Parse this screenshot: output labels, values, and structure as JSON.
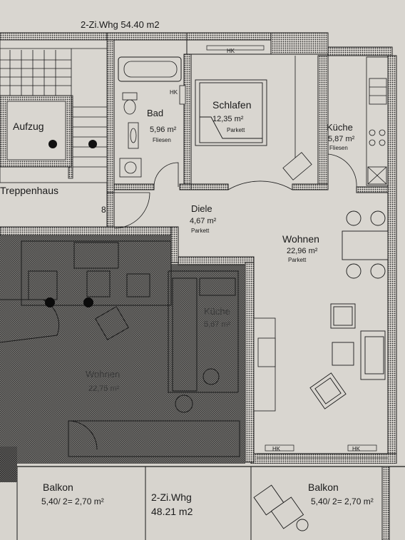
{
  "title": "2-Zi.Whg 54.40 m2",
  "rooms": {
    "aufzug": {
      "name": "Aufzug"
    },
    "treppenhaus": {
      "name": "Treppenhaus"
    },
    "bad": {
      "name": "Bad",
      "area": "5,96 m²",
      "floor": "Fliesen"
    },
    "schlafen": {
      "name": "Schlafen",
      "area": "12,35 m²",
      "floor": "Parkett"
    },
    "kueche_top": {
      "name": "Küche",
      "area": "5,87 m²",
      "floor": "Fliesen"
    },
    "diele": {
      "name": "Diele",
      "area": "4,67 m²",
      "floor": "Parkett"
    },
    "wohnen": {
      "name": "Wohnen",
      "area": "22,96 m²",
      "floor": "Parkett"
    },
    "kueche_overlay": {
      "name": "Küche",
      "area": "5,67 m²"
    },
    "wohnen_overlay": {
      "name": "Wohnen",
      "area": "22,75 m²"
    }
  },
  "markers": {
    "hk": "HK",
    "unit_number": "8"
  },
  "bottom": {
    "balkon_left": {
      "name": "Balkon",
      "area": "5,40/ 2= 2,70 m²"
    },
    "center": {
      "name": "2-Zi.Whg",
      "area": "48.21 m2"
    },
    "balkon_right": {
      "name": "Balkon",
      "area": "5,40/ 2= 2,70 m²"
    }
  },
  "colors": {
    "paper": "#d9d6d0",
    "line": "#1a1a1a",
    "hatch": "#2b2b2b"
  },
  "icons": [
    "stair-icon",
    "elevator-icon",
    "bathtub-icon",
    "toilet-icon",
    "sink-icon",
    "bed-icon",
    "stove-icon",
    "table-icon",
    "chair-icon",
    "sofa-icon",
    "armchair-icon"
  ]
}
